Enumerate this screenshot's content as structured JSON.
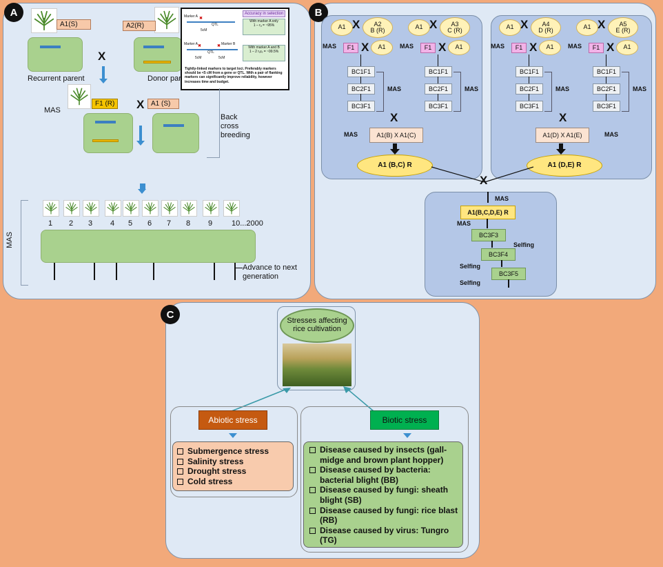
{
  "panelA": {
    "badge": "A",
    "recurrent_tag": "A1(S)",
    "donor_tag": "A2(R)",
    "recurrent_label": "Recurrent parent",
    "donor_label": "Donor parent",
    "cross": "X",
    "f1_tag": "F1 (R)",
    "a1s_tag": "A1 (S)",
    "mas_left": "MAS",
    "backcross": "Back cross breeding",
    "plant_numbers": [
      "1",
      "2",
      "3",
      "4",
      "5",
      "6",
      "7",
      "8",
      "9",
      "10...2000"
    ],
    "mas_vertical": "MAS",
    "advance": "Advance to next generation",
    "inset": {
      "title": "Accuracy in selection",
      "marker_a": "Marker A",
      "marker_b": "Marker B",
      "qtl": "QTL",
      "cm": "5cM",
      "acc1": "With marker A only",
      "acc1_val": "1 – rₐ = ~95%",
      "acc2": "With marker A and B",
      "acc2_val": "1 – 2 rₐrₑ = ~99.5%",
      "note": "Tightly-linked markers to target loci. Preferably markers should be <5 cM from a gene or QTL. With a pair of flanking markers can significantly improve reliability, however increases time and budget."
    }
  },
  "panelB": {
    "badge": "B",
    "groups": [
      {
        "left": "A1",
        "right": "A2\nB (R)"
      },
      {
        "left": "A1",
        "right": "A3\nC (R)"
      },
      {
        "left": "A1",
        "right": "A4\nD (R)"
      },
      {
        "left": "A1",
        "right": "A5\nE (R)"
      }
    ],
    "mas": "MAS",
    "f1": "F1",
    "a1": "A1",
    "bc1": "BC1F1",
    "bc2": "BC2F1",
    "bc3": "BC3F1",
    "cross_left": "A1(B)  X  A1(C)",
    "cross_right": "A1(D)  X  A1(E)",
    "result_left": "A1 (B,C) R",
    "result_right": "A1 (D,E) R",
    "final": "A1(B,C,D,E) R",
    "bc3f3": "BC3F3",
    "bc3f4": "BC3F4",
    "bc3f5": "BC3F5",
    "selfing": "Selfing",
    "x": "X"
  },
  "panelC": {
    "badge": "C",
    "title": "Stresses affecting rice cultivation",
    "abiotic_title": "Abiotic stress",
    "biotic_title": "Biotic stress",
    "abiotic_items": [
      "Submergence stress",
      "Salinity stress",
      "Drought stress",
      "Cold stress"
    ],
    "biotic_items": [
      "Disease caused by insects (gall-midge and brown plant hopper)",
      "Disease caused by bacteria: bacterial blight (BB)",
      "Disease caused by fungi: sheath blight (SB)",
      "Disease caused by fungi: rice blast (RB)",
      "Disease caused by virus: Tungro (TG)"
    ]
  }
}
